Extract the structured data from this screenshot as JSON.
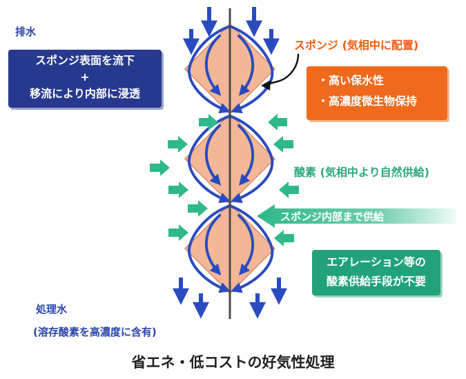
{
  "labels": {
    "wastewater": "排水",
    "sponge": "スポンジ (気相中に配置)",
    "oxygen": "酸素 (気相中より自然供給)",
    "treated_water": "処理水",
    "treated_note": "(溶存酸素を高濃度に含有)"
  },
  "flow_box": {
    "line1": "スポンジ表面を流下",
    "plus": "+",
    "line2": "移流により内部に浸透"
  },
  "sponge_box": {
    "items": [
      "・高い保水性",
      "・高濃度微生物保持"
    ]
  },
  "oxygen_arrow_text": "スポンジ内部まで供給",
  "aeration_box": {
    "line1": "エアレーション等の",
    "line2": "酸素供給手段が不要"
  },
  "footer": "省エネ・低コストの好気性処理",
  "colors": {
    "sponge_fill": "#f3b797",
    "sponge_edge": "#d98a66",
    "water_arrow": "#2a4bbf",
    "air_arrow": "#2fb88a",
    "core_line": "#4a4a4a"
  }
}
